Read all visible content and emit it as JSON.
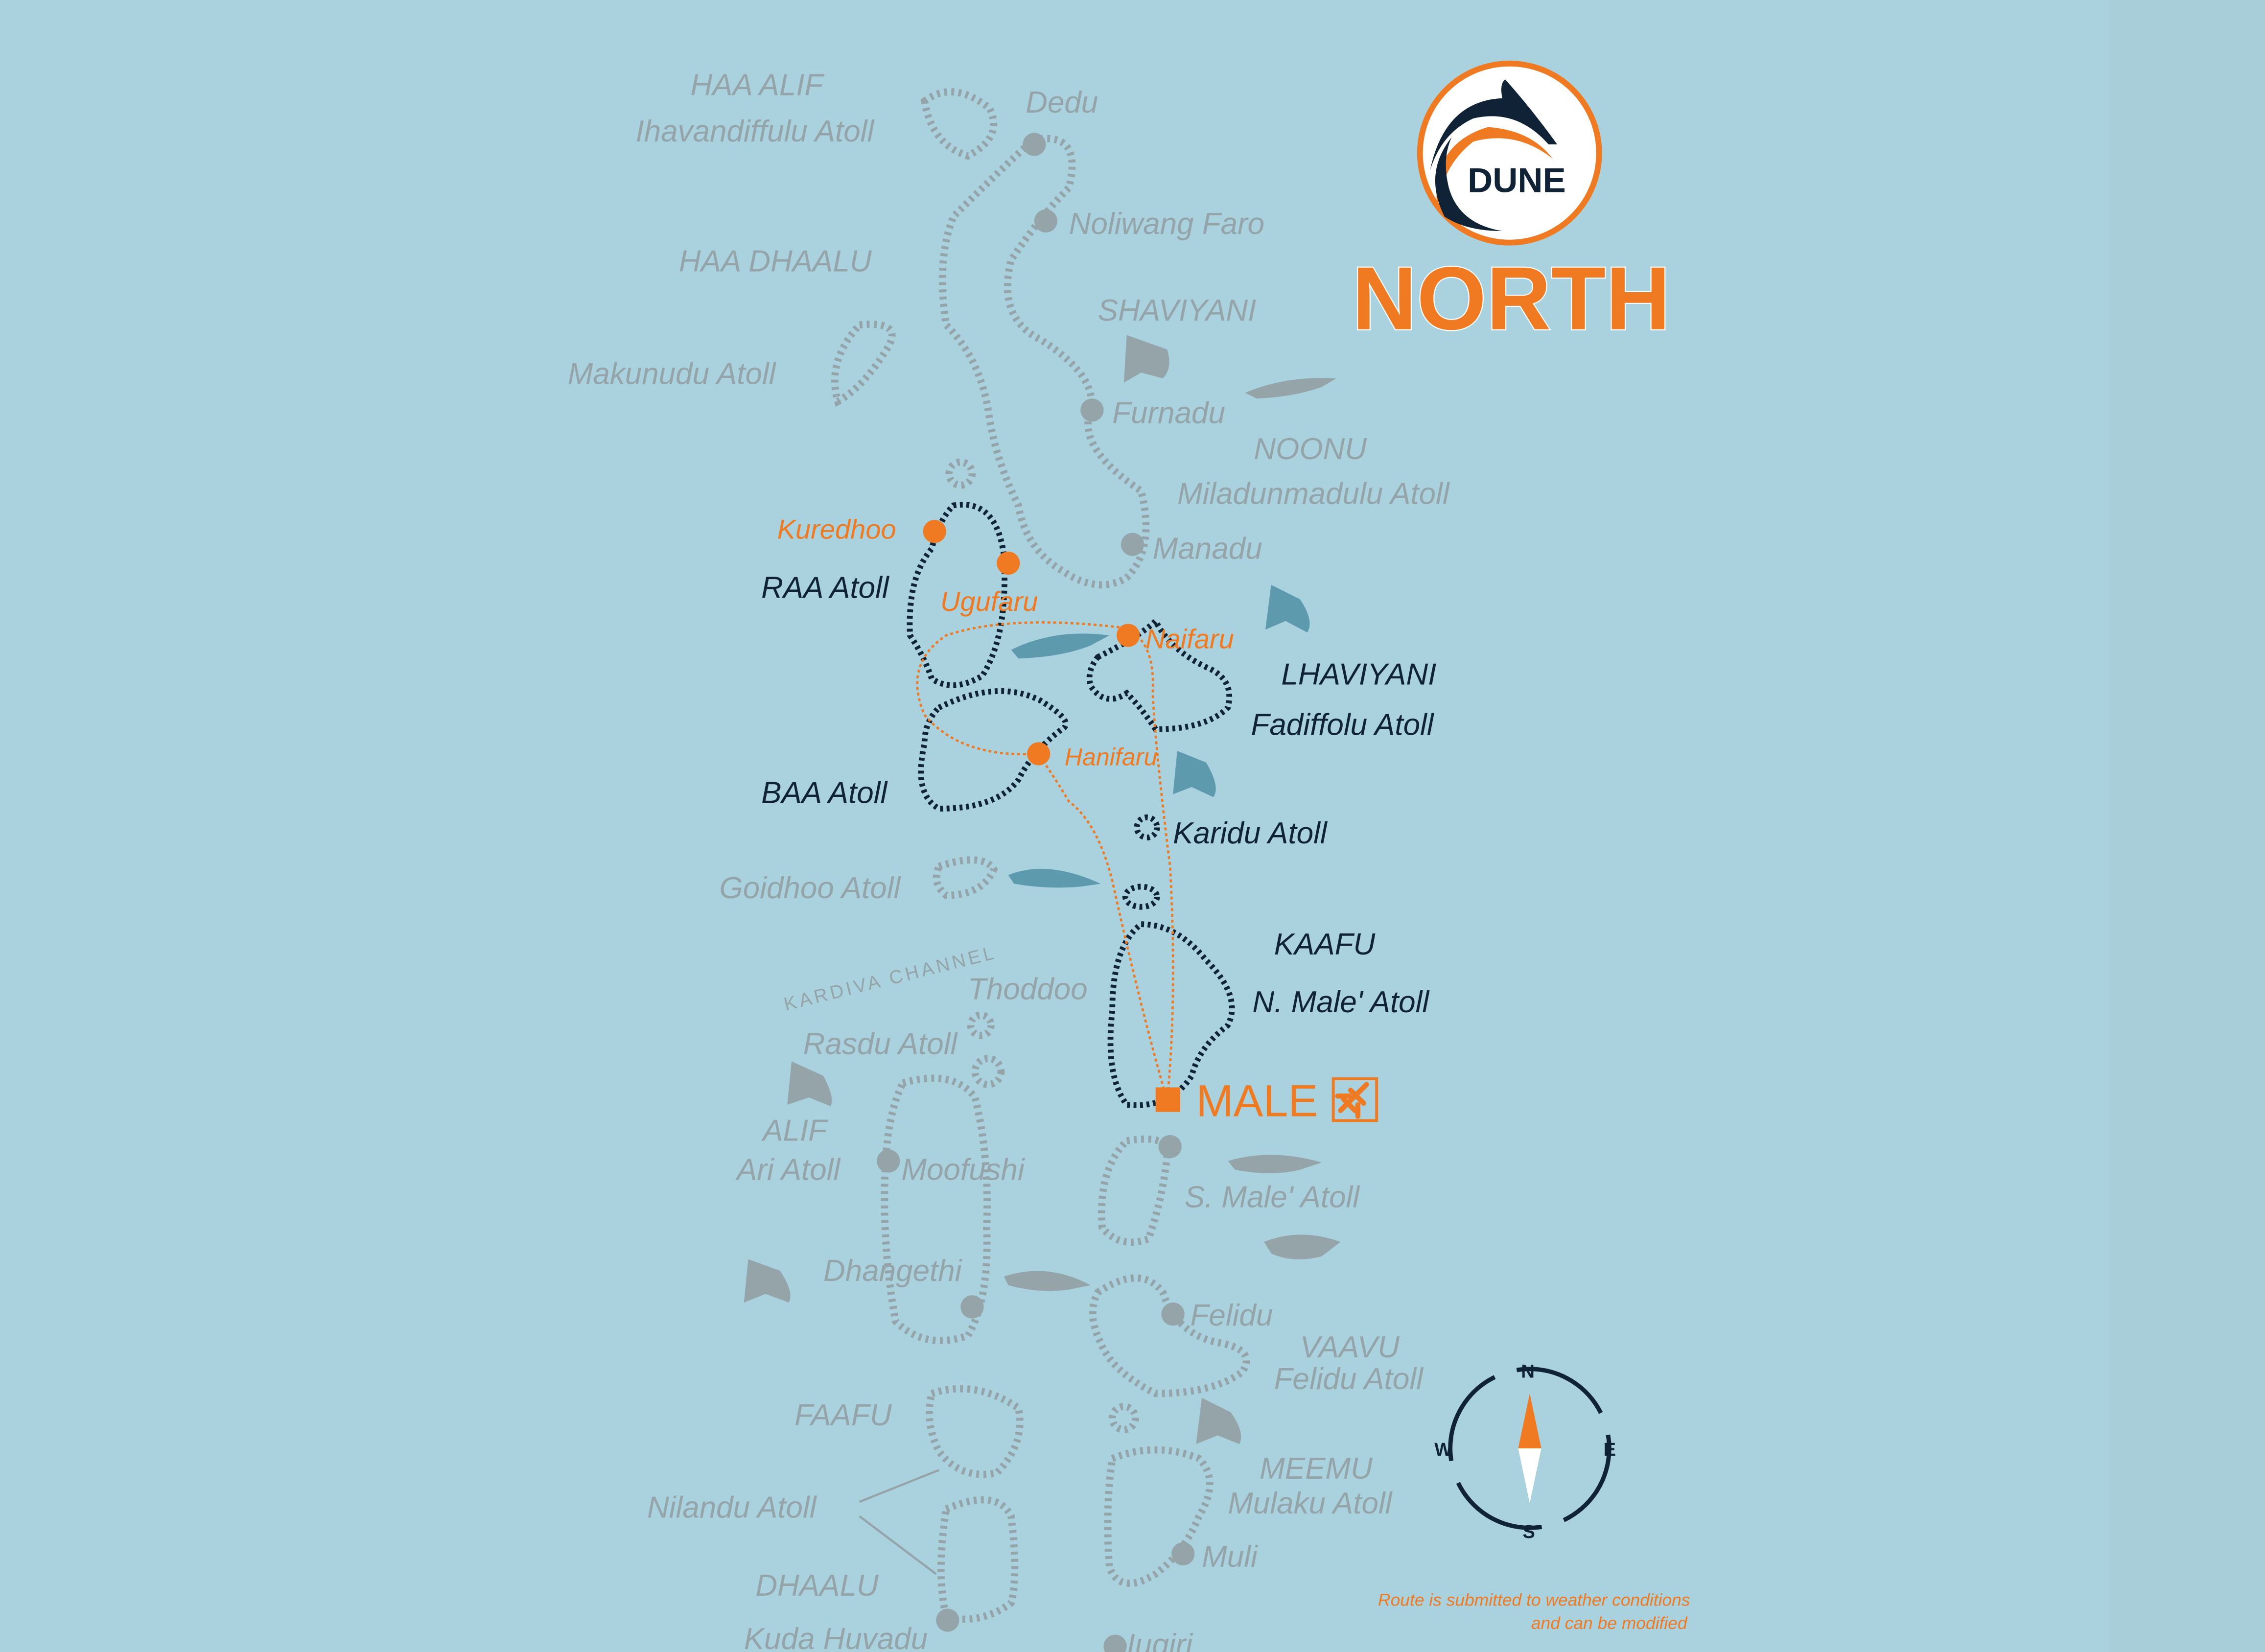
{
  "brand": {
    "logo_text": "DUNE",
    "title": "NORTH"
  },
  "colors": {
    "background": "#a9d1de",
    "accent": "#f07a22",
    "navy": "#0f2236",
    "inactive": "#94a4a9"
  },
  "labels_inactive": {
    "haa_alif": "HAA ALIF",
    "ihavandiffulu": "Ihavandiffulu Atoll",
    "dedu": "Dedu",
    "noliwang": "Noliwang Faro",
    "haa_dhaalu": "HAA DHAALU",
    "shaviyani": "SHAVIYANI",
    "makunudu": "Makunudu Atoll",
    "furnadu": "Furnadu",
    "noonu": "NOONU",
    "miladunmadulu": "Miladunmadulu Atoll",
    "manadu": "Manadu",
    "goidhoo": "Goidhoo Atoll",
    "kardiva": "KARDIVA CHANNEL",
    "thoddoo": "Thoddoo",
    "rasdu": "Rasdu Atoll",
    "alif": "ALIF",
    "ari": "Ari Atoll",
    "moofushi": "Moofushi",
    "s_male": "S. Male' Atoll",
    "dhangethi": "Dhangethi",
    "felidu": "Felidu",
    "vaavu": "VAAVU",
    "felidu_atoll": "Felidu Atoll",
    "faafu": "FAAFU",
    "meemu": "MEEMU",
    "mulaku": "Mulaku Atoll",
    "nilandu": "Nilandu Atoll",
    "muli": "Muli",
    "dhaalu": "DHAALU",
    "kuda_huvadu": "Kuda Huvadu",
    "iugiri": "Iugiri"
  },
  "labels_route_atolls": {
    "raa": "RAA Atoll",
    "lhaviyani": "LHAVIYANI",
    "fadiffolu": "Fadiffolu Atoll",
    "baa": "BAA Atoll",
    "karidu": "Karidu Atoll",
    "kaafu": "KAAFU",
    "n_male": "N. Male' Atoll"
  },
  "route_stops": {
    "kuredhoo": "Kuredhoo",
    "ugufaru": "Ugufaru",
    "naifaru": "Naifaru",
    "hanifaru": "Hanifaru",
    "male": "MALE"
  },
  "compass": {
    "n": "N",
    "e": "E",
    "s": "S",
    "w": "W"
  },
  "note": {
    "line1": "Route is submitted to weather conditions",
    "line2": "and can be modified"
  },
  "icons": [
    "airplane-icon",
    "compass-icon",
    "manta-ray-icon",
    "shark-icon",
    "hammerhead-icon",
    "dolphin-logo"
  ]
}
